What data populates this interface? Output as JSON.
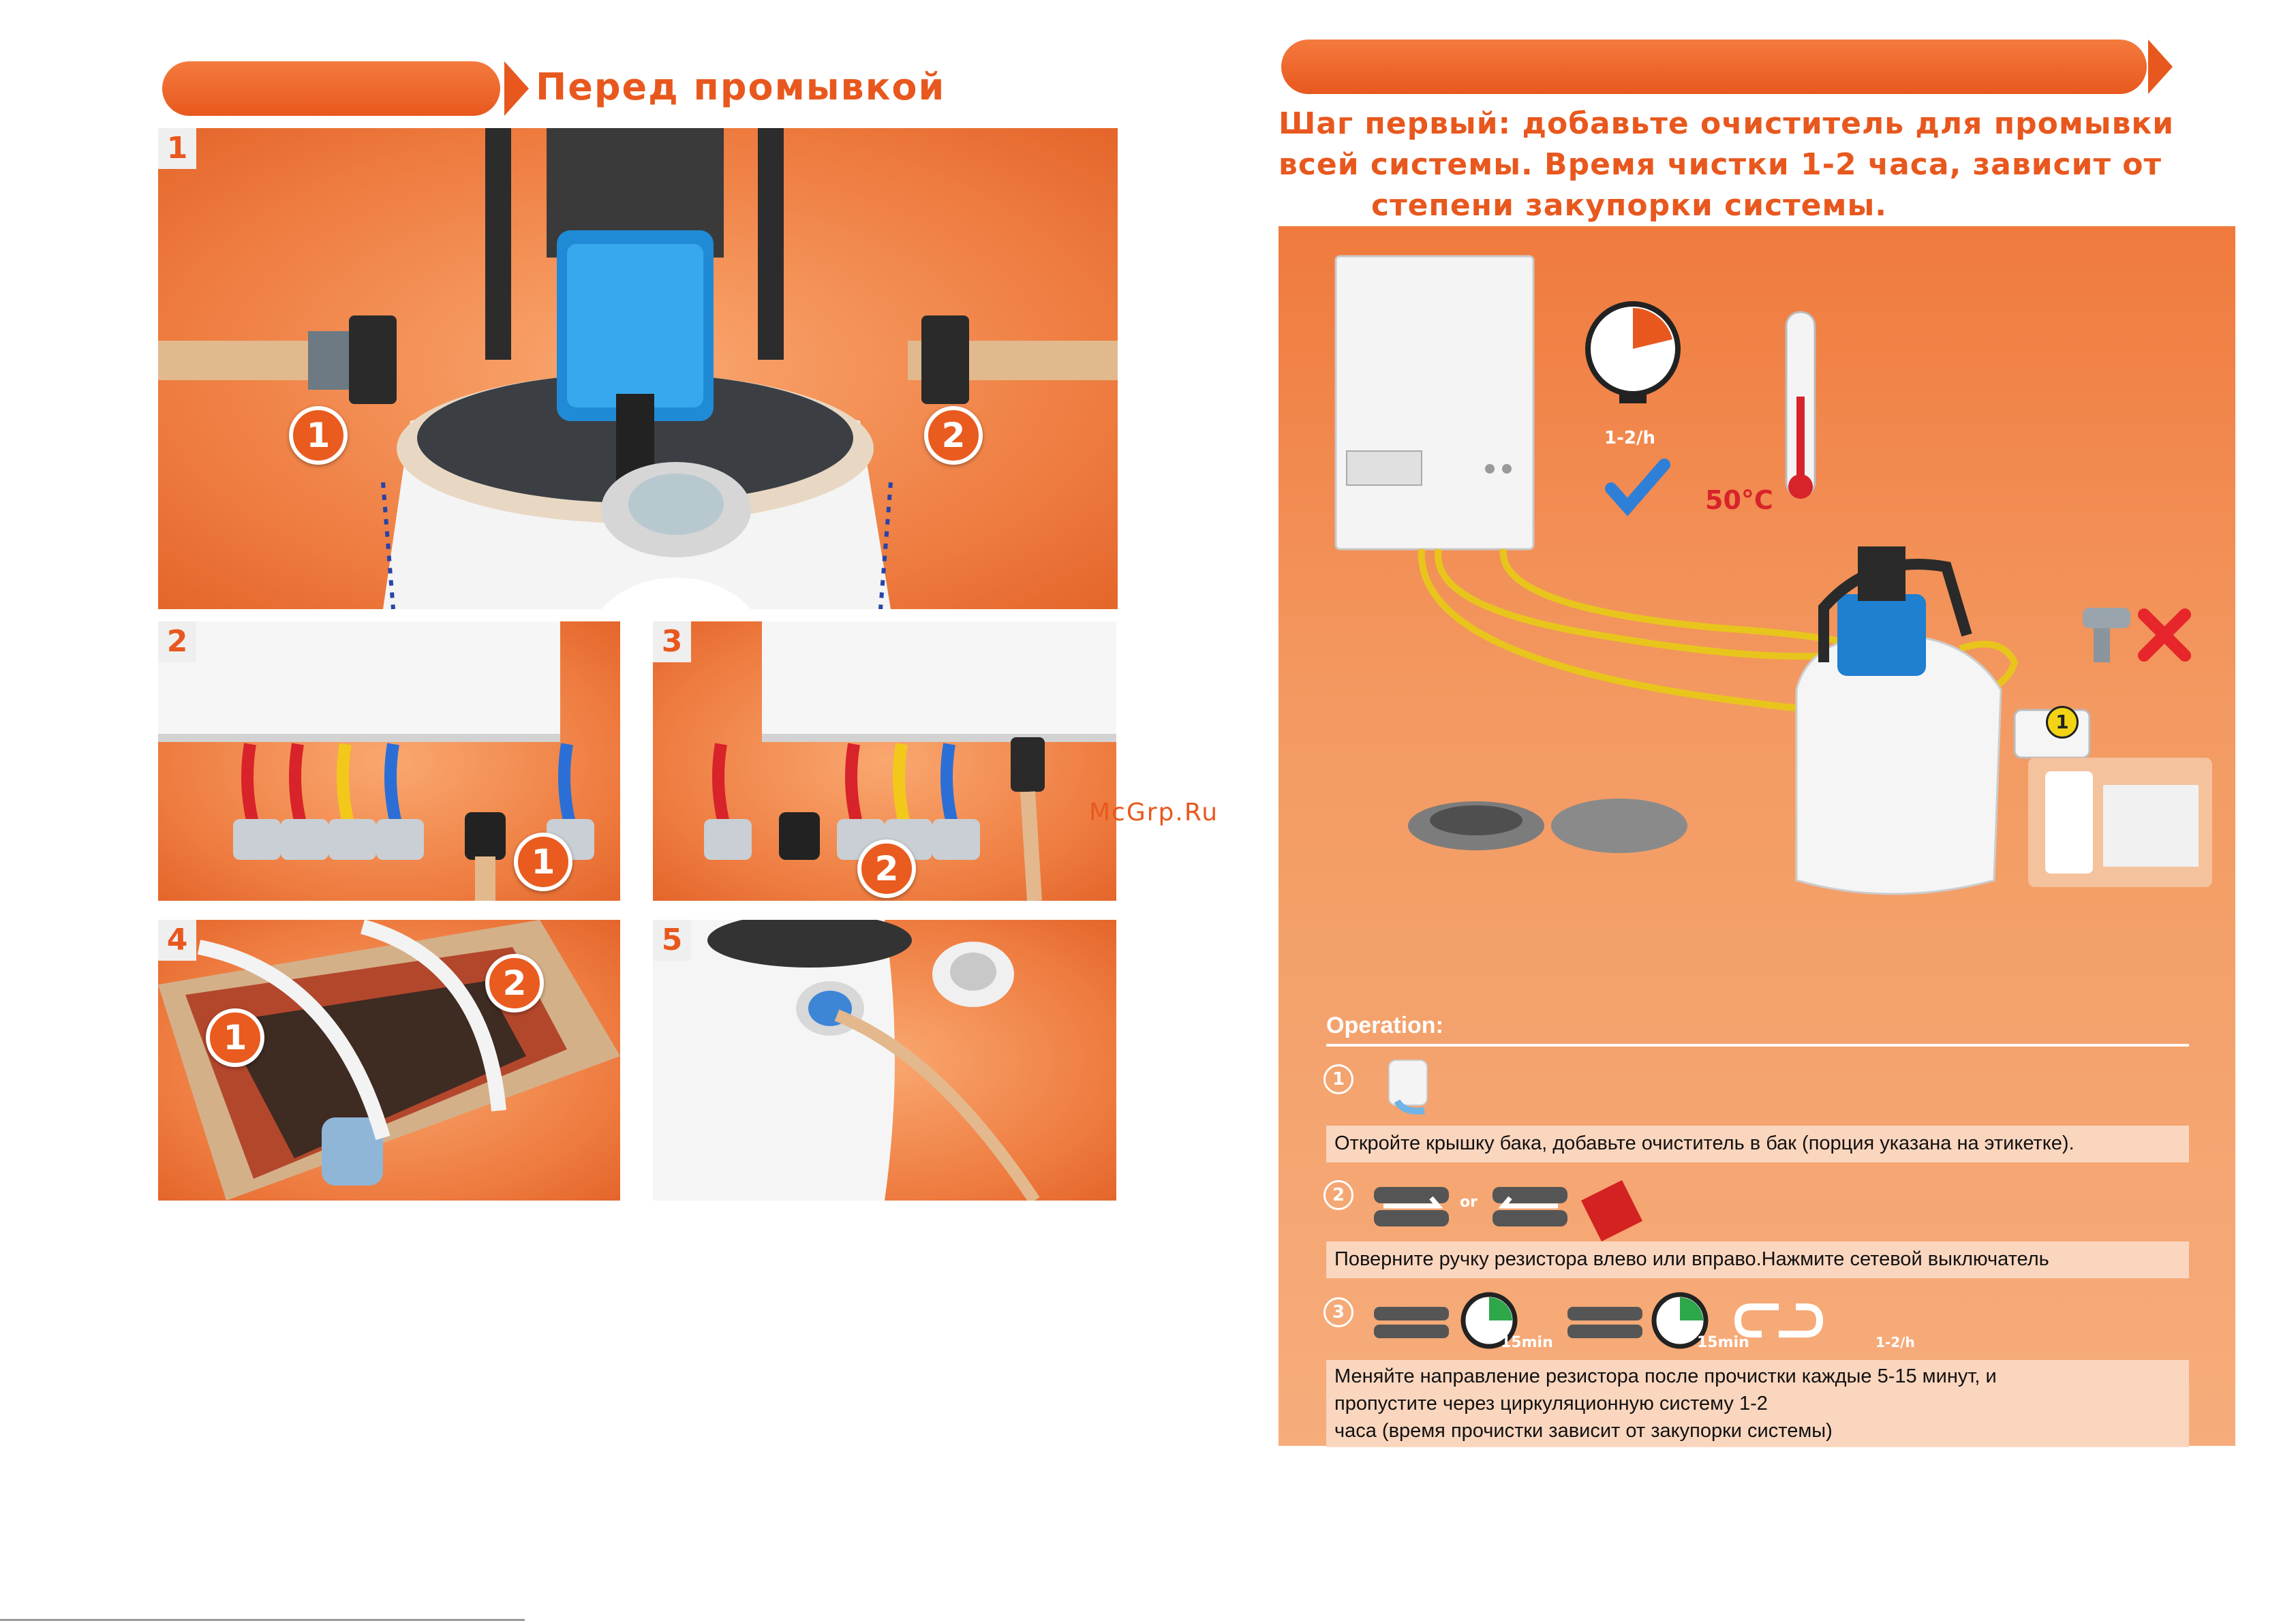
{
  "left_page": {
    "header_title": "Перед промывкой",
    "panels": [
      {
        "number": "1",
        "callouts": [
          "1",
          "2"
        ]
      },
      {
        "number": "2",
        "callouts": [
          "1"
        ]
      },
      {
        "number": "3",
        "callouts": [
          "2"
        ]
      },
      {
        "number": "4",
        "callouts": [
          "1",
          "2"
        ]
      },
      {
        "number": "5",
        "callouts": []
      }
    ]
  },
  "watermark": "McGrp.Ru",
  "right_page": {
    "step_heading_line1": "Шаг первый: добавьте очиститель для промывки",
    "step_heading_line2": "всей системы. Время чистки 1-2 часа, зависит от",
    "step_heading_line3": "степени закупорки системы.",
    "illustration": {
      "timer_label": "1-2/h",
      "temperature_label": "50°C",
      "pump_callout": "1"
    },
    "operation": {
      "title": "Operation:",
      "steps": [
        {
          "number": "1",
          "text": "Откройте крышку бака, добавьте очиститель в бак (порция указана на этикетке)."
        },
        {
          "number": "2",
          "or_label": "or",
          "text": "Поверните ручку резистора влево или вправо.Нажмите сетевой выключатель"
        },
        {
          "number": "3",
          "timer1_label": "15min",
          "timer2_label": "15min",
          "cycle_label": "1-2/h",
          "text_line1": "Меняйте направление резистора  после прочистки каждые 5-15 минут, и",
          "text_line2": "пропустите через циркуляционную систему 1-2",
          "text_line3": "часа (время прочистки зависит от закупорки системы)"
        }
      ]
    }
  },
  "colors": {
    "accent": "#e8581e",
    "panel_bg": "#f07a3d",
    "op_bar": "#fbd6bf"
  }
}
